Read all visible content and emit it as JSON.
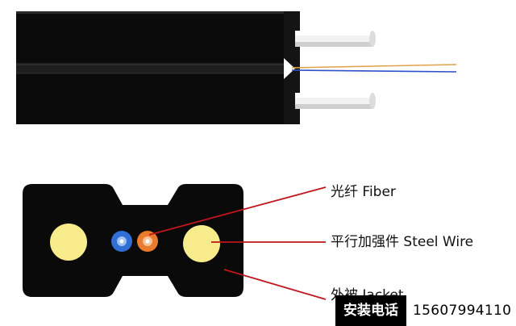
{
  "labels": {
    "fiber": "光纤 Fiber",
    "steel_wire": "平行加强件 Steel Wire",
    "jacket": "外被 Jacket"
  },
  "footer": {
    "tag": "安装电话",
    "phone": "15607994110"
  },
  "colors": {
    "jacket": "#0a0a0a",
    "steel_wire": "#f7eb8c",
    "fiber_blue": "#2f6fd6",
    "fiber_orange": "#ea7a2c",
    "pointer_line": "#c0161d",
    "fiber_strand_orange": "#e0a24a",
    "fiber_strand_blue": "#2e50c8"
  },
  "icons": {
    "phone_tag": "phone-label"
  }
}
